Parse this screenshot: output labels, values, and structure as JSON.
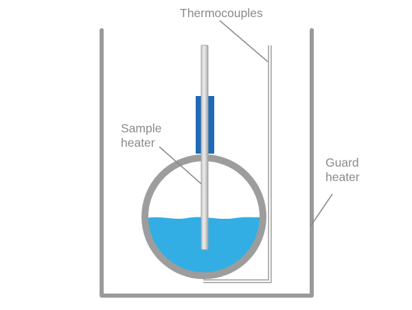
{
  "labels": {
    "thermocouples": "Thermocouples",
    "sample_heater": [
      "Sample",
      "heater"
    ],
    "guard_heater": [
      "Guard",
      "heater"
    ]
  },
  "colors": {
    "vessel_wall": "#9a9a9a",
    "flask_wall": "#9d9d9d",
    "liquid": "#33aee4",
    "heater_sleeve": "#1f6ab6",
    "heater_rod": "#b5b5b5",
    "thermocouple": "#a8a8a8",
    "leader_line": "#8a8a8a",
    "text": "#8a8a8a"
  }
}
